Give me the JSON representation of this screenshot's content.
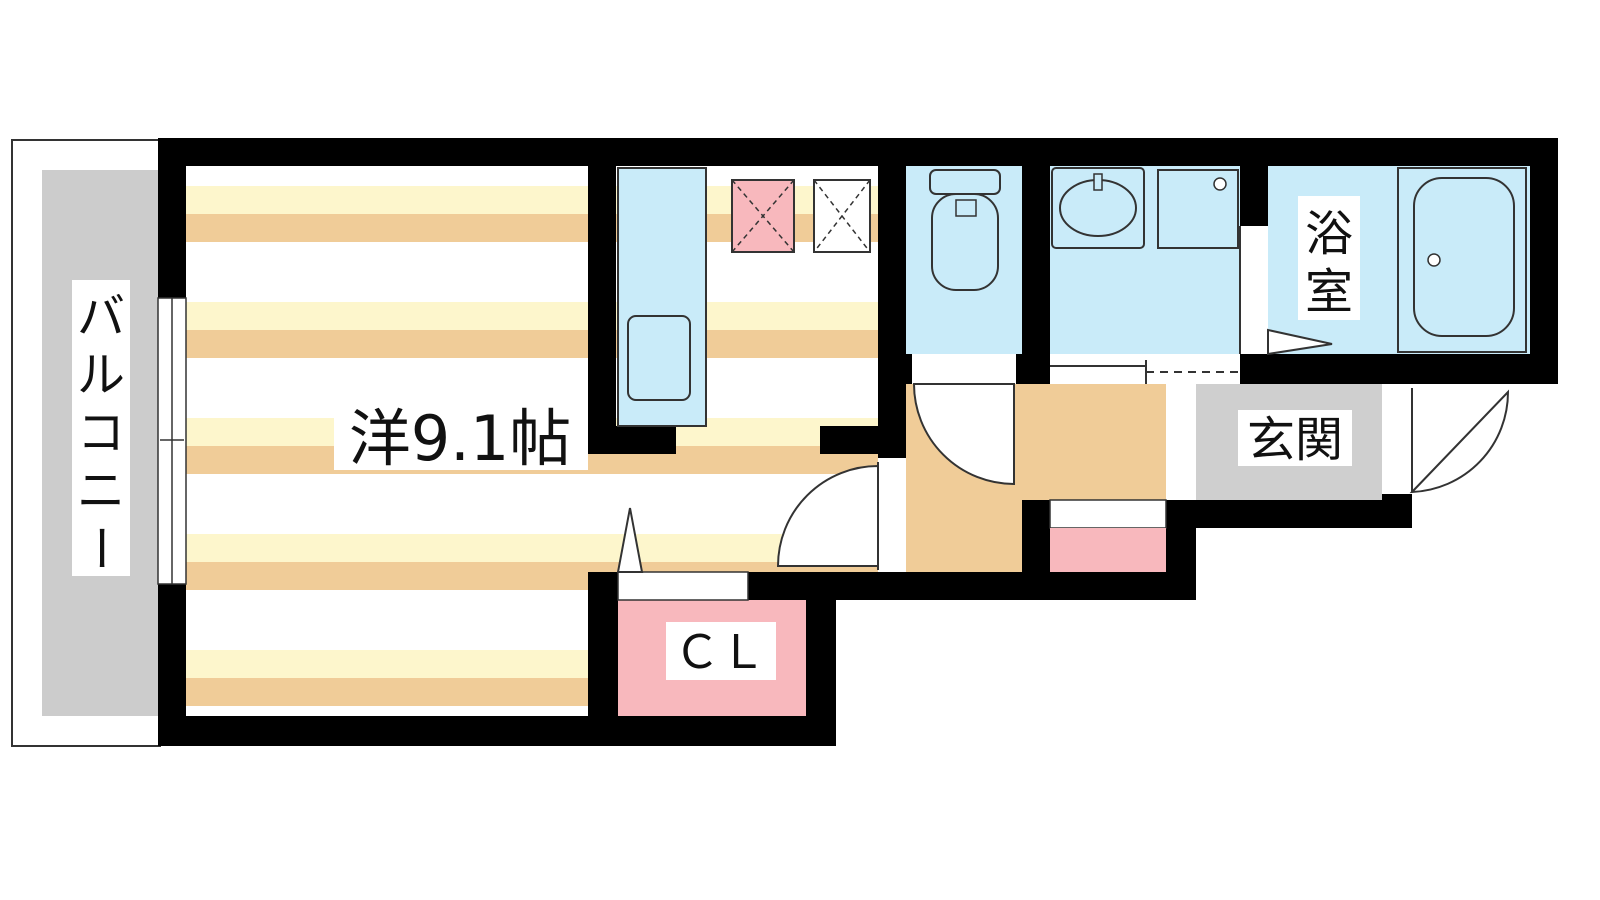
{
  "floorplan": {
    "rooms": {
      "western_room": "洋9.1帖",
      "closet": "ＣＬ",
      "entrance": "玄関",
      "bath_line1": "浴",
      "bath_line2": "室",
      "balcony": [
        "バ",
        "ル",
        "コ",
        "ニ",
        "ー"
      ]
    },
    "colors": {
      "wall": "#000000",
      "floor_stripe_light": "#fdf6cc",
      "floor_stripe_tan": "#f0cc98",
      "wet_area": "#c9ebf9",
      "closet": "#f8b8bd",
      "entrance": "#cfcfcf",
      "balcony": "#cccccc",
      "hall_floor": "#f0cc98"
    }
  }
}
